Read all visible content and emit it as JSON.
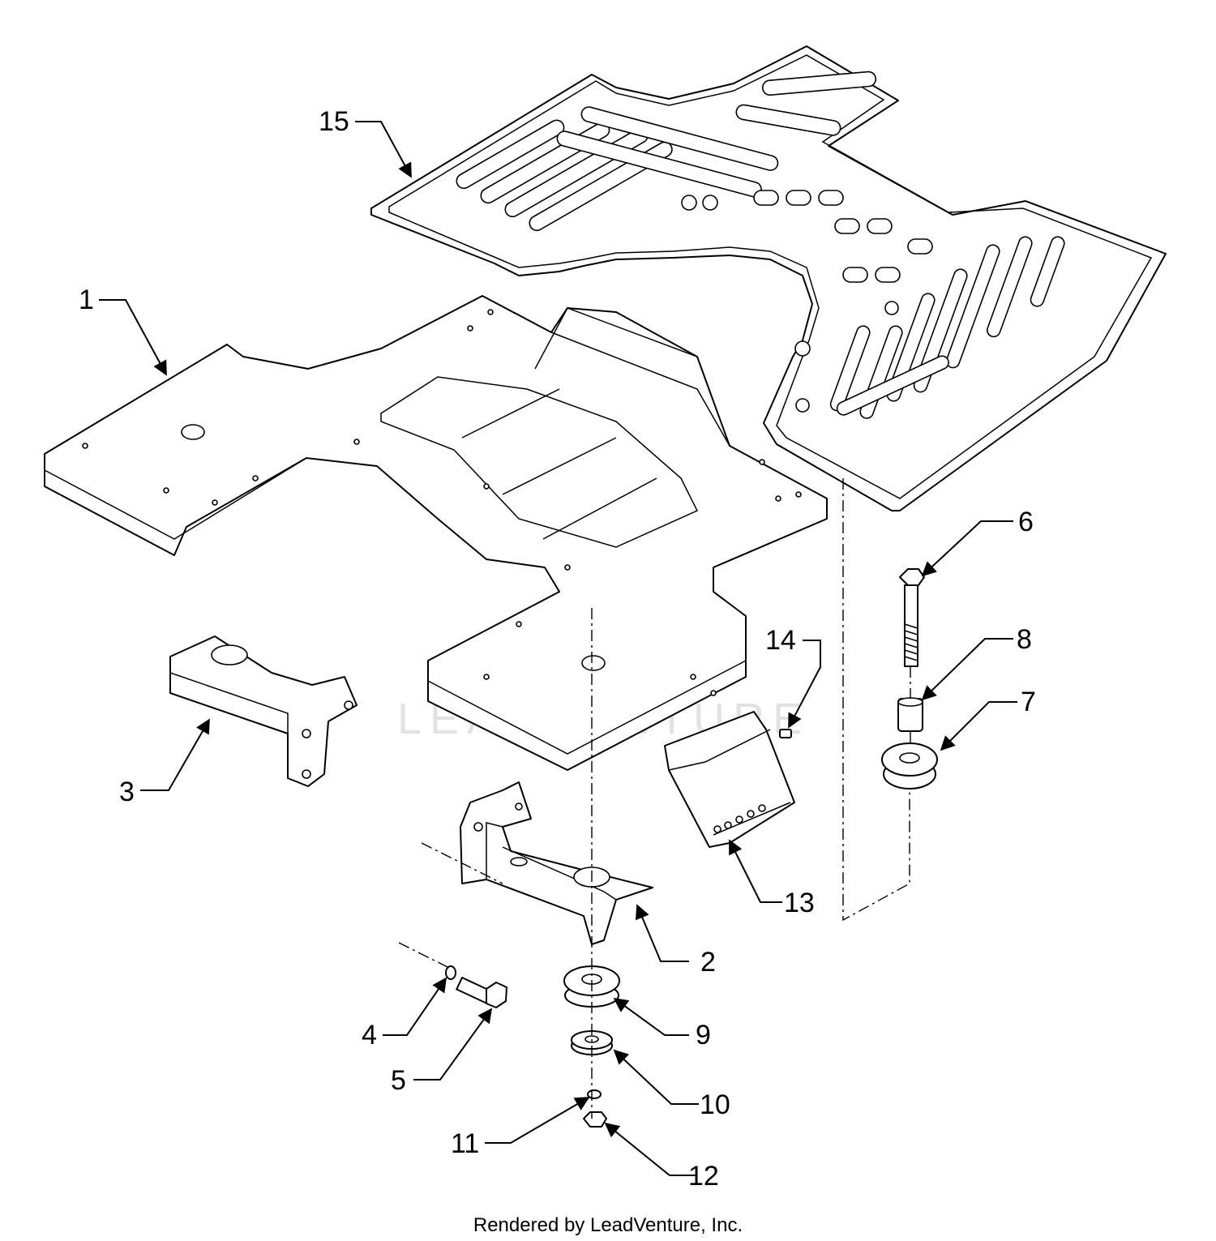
{
  "callouts": {
    "c1": "1",
    "c2": "2",
    "c3": "3",
    "c4": "4",
    "c5": "5",
    "c6": "6",
    "c7": "7",
    "c8": "8",
    "c9": "9",
    "c10": "10",
    "c11": "11",
    "c12": "12",
    "c13": "13",
    "c14": "14",
    "c15": "15"
  },
  "watermark": "LEADVENTURE",
  "footer": "Rendered by LeadVenture, Inc."
}
